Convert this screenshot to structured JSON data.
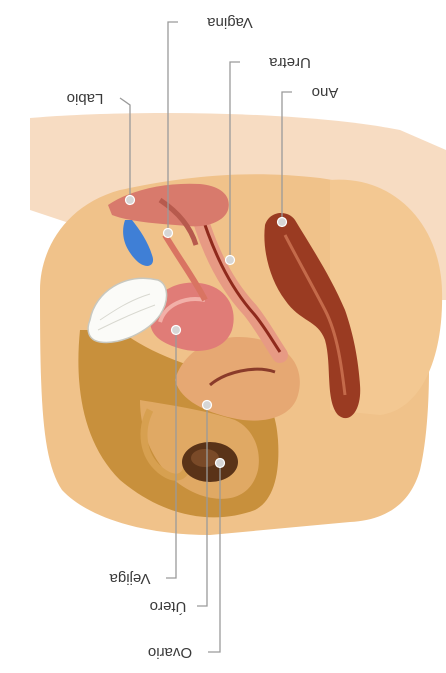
{
  "labels": {
    "vagina": "Vagina",
    "uretra": "Uretra",
    "labio": "Labio",
    "ano": "Ano",
    "vejiga": "Vejiga",
    "utero": "Útero",
    "ovario": "Ovario"
  },
  "colors": {
    "skin_light": "#f7dcc2",
    "skin_body": "#f0c28a",
    "tissue_dark": "#c8903c",
    "rectum": "#9a3b22",
    "uterus": "#e6a873",
    "bladder": "#e07c77",
    "vagina": "#e79a84",
    "labia": "#d87a6c",
    "clitoris_blue": "#3f7fd6",
    "ovary": "#5a3318",
    "leader_line": "#9a9a9a",
    "dot": "#d6d6d6",
    "label_text": "#3a3a3a"
  }
}
